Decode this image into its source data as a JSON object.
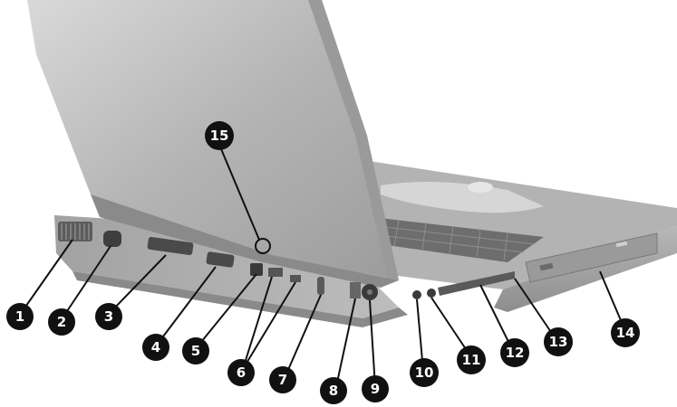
{
  "figure": {
    "callouts": [
      {
        "label": "1"
      },
      {
        "label": "2"
      },
      {
        "label": "3"
      },
      {
        "label": "4"
      },
      {
        "label": "5"
      },
      {
        "label": "6"
      },
      {
        "label": "7"
      },
      {
        "label": "8"
      },
      {
        "label": "9"
      },
      {
        "label": "10"
      },
      {
        "label": "11"
      },
      {
        "label": "12"
      },
      {
        "label": "13"
      },
      {
        "label": "14"
      },
      {
        "label": "15"
      }
    ]
  },
  "colors": {
    "callout_fill": "#111111",
    "callout_text": "#ffffff",
    "chassis": "#a8a8a8",
    "chassis_dark": "#7c7c7c",
    "lid": "#b9b9b9",
    "port": "#4a4a4a"
  }
}
